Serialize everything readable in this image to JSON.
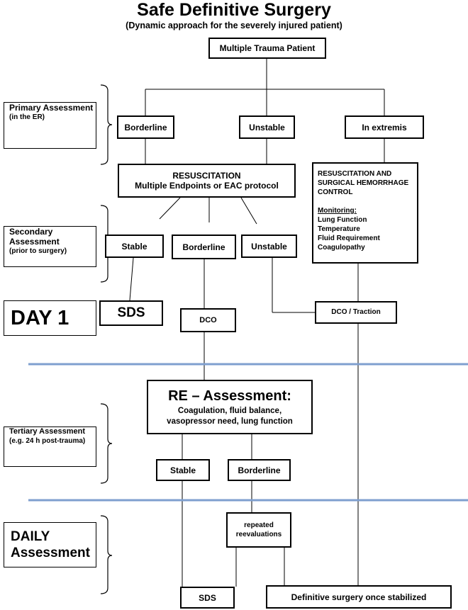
{
  "title": "Safe Definitive Surgery",
  "subtitle": "(Dynamic approach  for the severely injured patient)",
  "nodes": {
    "mtp": "Multiple Trauma Patient",
    "borderline1": "Borderline",
    "unstable1": "Unstable",
    "extremis": "In extremis",
    "resus_title": "RESUSCITATION",
    "resus_sub": "Multiple Endpoints or EAC protocol",
    "surg_title": "RESUSCITATION AND SURGICAL HEMORRHAGE CONTROL",
    "monitoring_label": "Monitoring:",
    "monitoring_items": [
      "Lung Function",
      "Temperature",
      "Fluid Requirement",
      "Coagulopathy"
    ],
    "stable2": "Stable",
    "borderline2": "Borderline",
    "unstable2": "Unstable",
    "sds1": "SDS",
    "dco": "DCO",
    "dco_traction": "DCO / Traction",
    "reassess_title": "RE – Assessment:",
    "reassess_sub": "Coagulation, fluid balance, vasopressor need, lung function",
    "stable3": "Stable",
    "borderline3": "Borderline",
    "repeated": "repeated reevaluations",
    "sds2": "SDS",
    "definitive": "Definitive surgery once stabilized"
  },
  "phases": {
    "primary": {
      "title": "Primary Assessment",
      "note": "(in the ER)"
    },
    "secondary": {
      "title": "Secondary Assessment",
      "note": "(prior to surgery)"
    },
    "day1": "DAY 1",
    "tertiary": {
      "title": "Tertiary Assessment",
      "note": "(e.g. 24 h post-trauma)"
    },
    "daily": "DAILY Assessment"
  },
  "colors": {
    "separator": "#7f9fcf",
    "line": "#000000"
  }
}
